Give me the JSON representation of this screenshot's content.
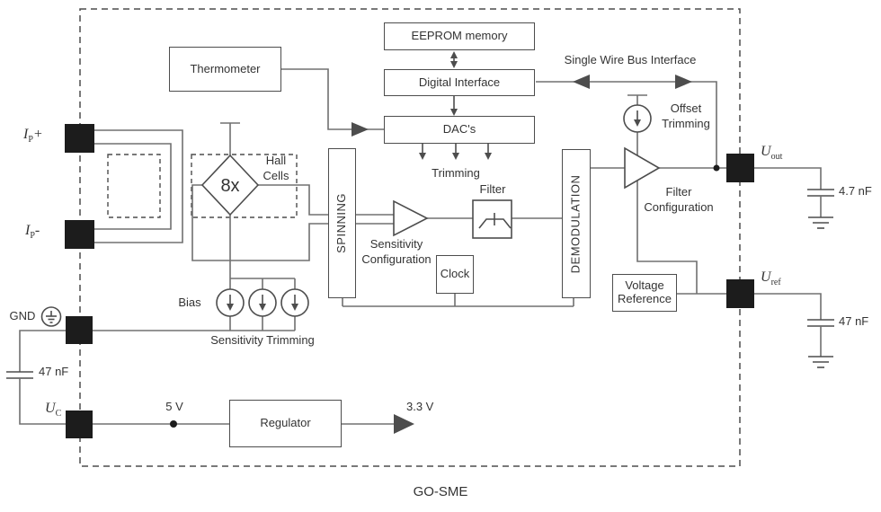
{
  "diagram": {
    "caption": "GO-SME",
    "blocks": {
      "thermometer": "Thermometer",
      "eeprom": "EEPROM memory",
      "digital_interface": "Digital Interface",
      "dacs": "DAC's",
      "spinning": "SPINNING",
      "clock": "Clock",
      "filter": "Filter",
      "demodulation": "DEMODULATION",
      "voltage_reference": "Voltage Reference",
      "regulator": "Regulator",
      "hall_multiplier": "8x"
    },
    "labels": {
      "single_wire_bus": "Single Wire Bus Interface",
      "offset_trimming": "Offset Trimming",
      "filter_configuration": "Filter Configuration",
      "trimming": "Trimming",
      "sensitivity_configuration": "Sensitivity Configuration",
      "sensitivity_trimming": "Sensitivity Trimming",
      "bias": "Bias",
      "hall_cells": "Hall Cells",
      "gnd": "GND",
      "supply_5v": "5 V",
      "out_3v3": "3.3 V",
      "cap_supply": "47 nF",
      "cap_out": "4.7 nF",
      "cap_ref": "47 nF"
    },
    "pins": {
      "ip_plus": {
        "base": "I",
        "sub": "P",
        "suffix": "+"
      },
      "ip_minus": {
        "base": "I",
        "sub": "P",
        "suffix": "-"
      },
      "uc": {
        "base": "U",
        "sub": "C",
        "suffix": ""
      },
      "uout": {
        "base": "U",
        "sub": "out",
        "suffix": ""
      },
      "uref": {
        "base": "U",
        "sub": "ref",
        "suffix": ""
      }
    },
    "colors": {
      "line": "#4d4d4d",
      "wire": "#707070",
      "pad": "#1c1c1c",
      "text": "#333333",
      "bg": "#ffffff"
    }
  }
}
